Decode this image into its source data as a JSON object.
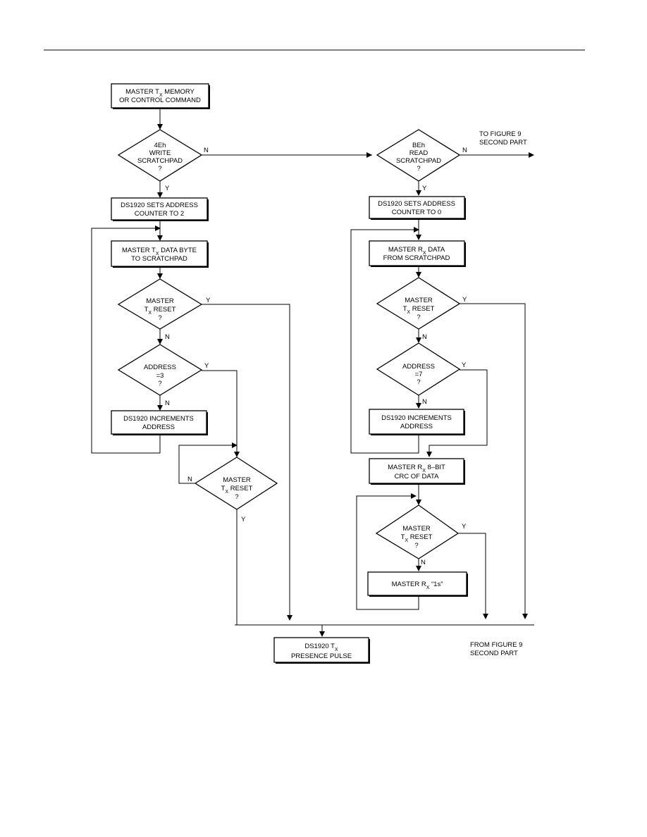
{
  "nodes": {
    "start": {
      "lines": [
        "MASTER T",
        "X",
        " MEMORY",
        "OR CONTROL COMMAND"
      ]
    },
    "write_decision": {
      "lines": [
        "4Eh",
        "WRITE",
        "SCRATCHPAD",
        "?"
      ]
    },
    "set_addr_2": {
      "lines": [
        "DS1920 SETS ADDRESS",
        "COUNTER TO 2"
      ]
    },
    "master_tx_byte": {
      "lines": [
        "MASTER T",
        "X",
        " DATA BYTE",
        "TO SCRATCHPAD"
      ]
    },
    "reset_1": {
      "lines": [
        "MASTER",
        "T",
        "X",
        " RESET",
        "?"
      ]
    },
    "addr_3": {
      "lines": [
        "ADDRESS",
        "=3",
        "?"
      ]
    },
    "inc_addr_left": {
      "lines": [
        "DS1920 INCREMENTS",
        "ADDRESS"
      ]
    },
    "reset_2": {
      "lines": [
        "MASTER",
        "T",
        "X",
        " RESET",
        "?"
      ]
    },
    "presence": {
      "lines": [
        "DS1920 T",
        "X",
        "PRESENCE PULSE"
      ]
    },
    "read_decision": {
      "lines": [
        "BEh",
        "READ",
        "SCRATCHPAD",
        "?"
      ]
    },
    "set_addr_0": {
      "lines": [
        "DS1920 SETS ADDRESS",
        "COUNTER TO 0"
      ]
    },
    "master_rx_data": {
      "lines": [
        "MASTER R",
        "X",
        " DATA",
        "FROM SCRATCHPAD"
      ]
    },
    "reset_3": {
      "lines": [
        "MASTER",
        "T",
        "X",
        " RESET",
        "?"
      ]
    },
    "addr_7": {
      "lines": [
        "ADDRESS",
        "=7",
        "?"
      ]
    },
    "inc_addr_right": {
      "lines": [
        "DS1920 INCREMENTS",
        "ADDRESS"
      ]
    },
    "crc": {
      "lines": [
        "MASTER R",
        "X",
        " 8–BIT",
        "CRC OF DATA"
      ]
    },
    "reset_4": {
      "lines": [
        "MASTER",
        "T",
        "X",
        " RESET",
        "?"
      ]
    },
    "rx_ones": {
      "lines": [
        "MASTER R",
        "X",
        " “1s”"
      ]
    }
  },
  "edge_labels": {
    "yes": "Y",
    "no": "N"
  },
  "notes": {
    "to_figure": [
      "TO FIGURE 9",
      "SECOND PART"
    ],
    "from_figure": [
      "FROM FIGURE 9",
      "SECOND PART"
    ]
  }
}
